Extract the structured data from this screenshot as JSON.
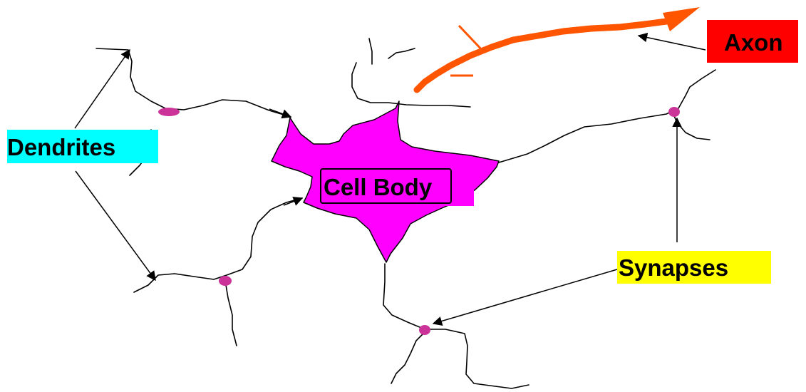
{
  "labels": {
    "dendrites": "Dendrites",
    "axon": "Axon",
    "cell_body": "Cell Body",
    "synapses": "Synapses"
  },
  "colors": {
    "dendrites_bg": "#00ffff",
    "axon_bg": "#ff0000",
    "synapses_bg": "#ffff00",
    "cell_body_fill": "#ff00ff",
    "cell_body_label_bg": "#ff00ff",
    "synapse_dot": "#cc3399",
    "axon_arrow": "#ff5500",
    "line": "#000000"
  }
}
